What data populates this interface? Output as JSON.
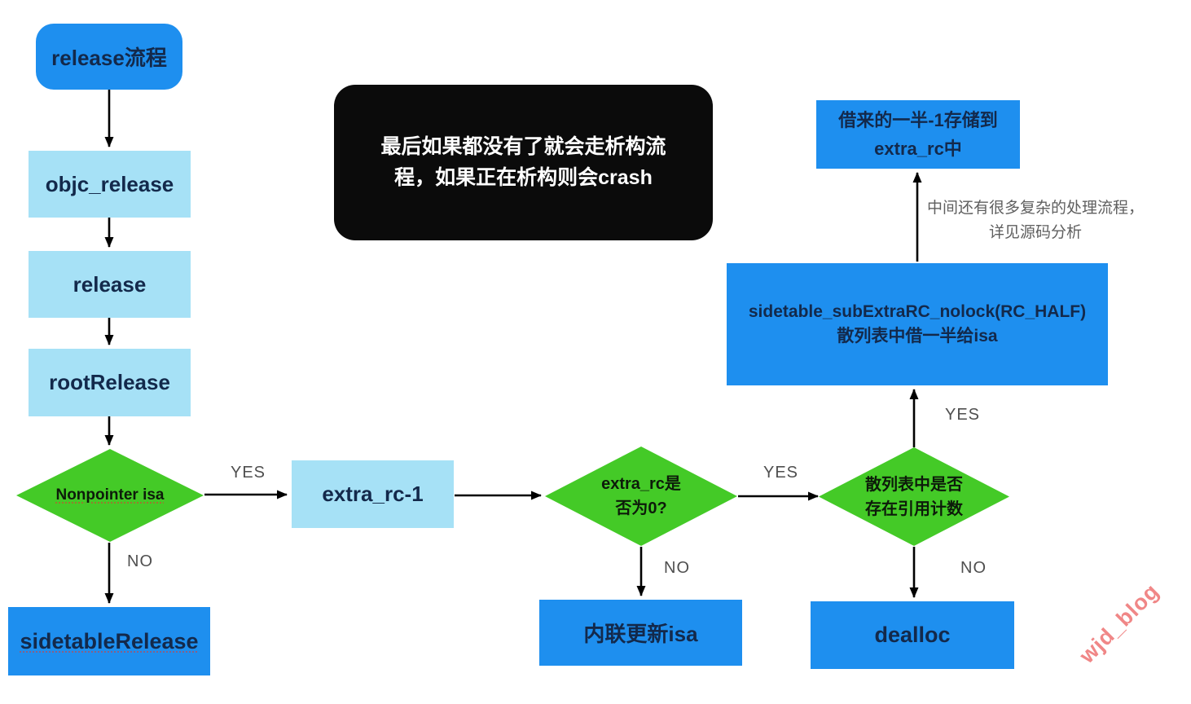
{
  "nodes": {
    "release_flow": "release流程",
    "objc_release": "objc_release",
    "release": "release",
    "root_release": "rootRelease",
    "nonpointer_isa": "Nonpointer isa",
    "sidetable_release": "sidetableRelease",
    "extra_rc_minus_1": "extra_rc-1",
    "extra_rc_zero_line1": "extra_rc是",
    "extra_rc_zero_line2": "否为0?",
    "sidetable_has_rc_line1": "散列表中是否",
    "sidetable_has_rc_line2": "存在引用计数",
    "inline_update_isa": "内联更新isa",
    "dealloc": "dealloc",
    "sidetable_sub_line1": "sidetable_subExtraRC_nolock(RC_HALF)",
    "sidetable_sub_line2": "散列表中借一半给isa",
    "borrowed_half_line1": "借来的一半-1存储到",
    "borrowed_half_line2": "extra_rc中"
  },
  "note": {
    "line1": "最后如果都没有了就会走析构流",
    "line2": "程，如果正在析构则会crash"
  },
  "annotation": {
    "line1": "中间还有很多复杂的处理流程，",
    "line2": "详见源码分析"
  },
  "labels": {
    "yes": "YES",
    "no": "NO"
  },
  "watermark": "wjd_blog",
  "colors": {
    "node_blue": "#1E8FEF",
    "node_light_blue": "#A6E1F6",
    "decision_green": "#44CA27",
    "note_black": "#0B0B0B",
    "text_dark": "#13294B",
    "label_gray": "#4F4F4F",
    "annotation_gray": "#5F5F5F",
    "watermark_pink": "#EE7373",
    "arrow_black": "#000000"
  }
}
